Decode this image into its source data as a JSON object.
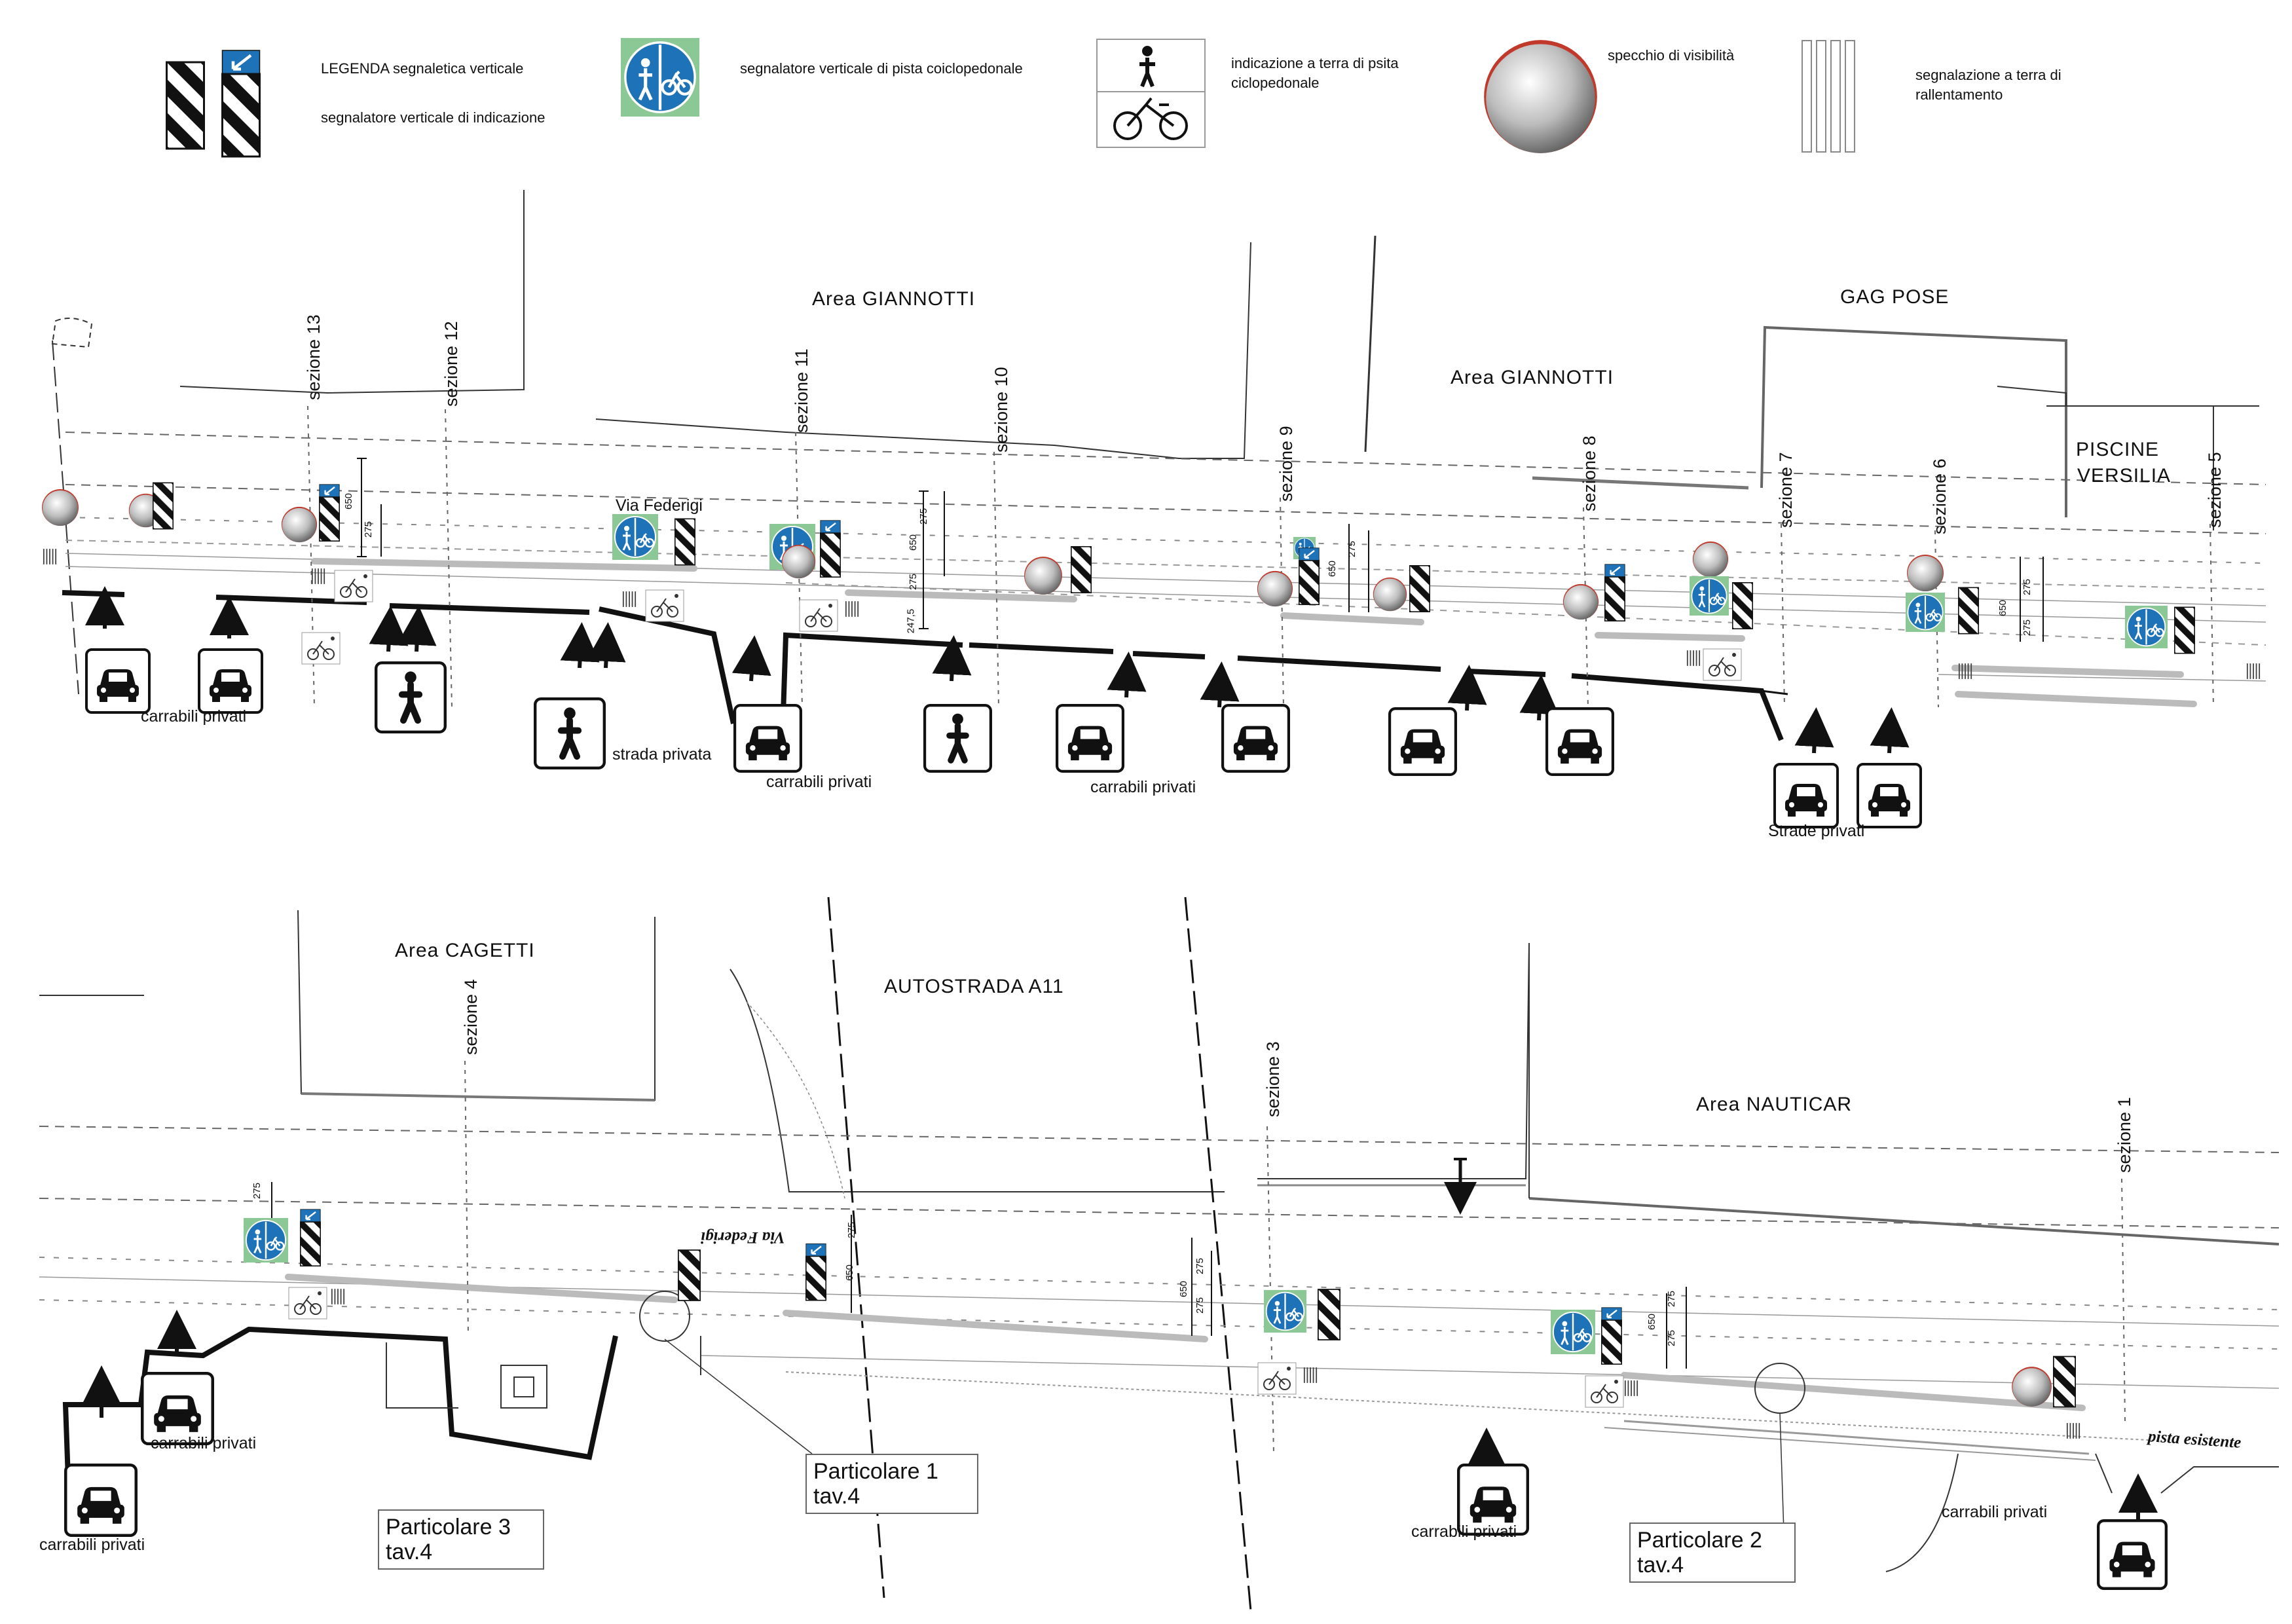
{
  "legend": {
    "title": "LEGENDA segnaletica verticale",
    "indicator": "segnalatore verticale di indicazione",
    "cycle_sign": "segnalatore verticale di pista coiclopedonale",
    "ground_mark": "indicazione a terra di psita ciclopedonale",
    "mirror": "specchio di visibilità",
    "slowdown": "segnalazione a terra di rallentamento"
  },
  "top": {
    "areas": [
      "Area GIANNOTTI",
      "Area GIANNOTTI",
      "GAG POSE",
      "PISCINE",
      "VERSILIA"
    ],
    "street": "Via Federigi",
    "sections": [
      "sezione 13",
      "sezione 12",
      "sezione 11",
      "sezione 10",
      "sezione 9",
      "sezione 8",
      "sezione 7",
      "sezione 6",
      "sezione 5"
    ],
    "labels": [
      "carrabili privati",
      "strada privata",
      "carrabili privati",
      "carrabili privati",
      "Strade privati"
    ],
    "dims": [
      "650",
      "275",
      "275",
      "650",
      "275",
      "247,5",
      "650",
      "275",
      "650",
      "275",
      "275"
    ]
  },
  "bottom": {
    "areas": [
      "Area CAGETTI",
      "AUTOSTRADA A11",
      "Area NAUTICAR"
    ],
    "street": "Via Federigi",
    "sections": [
      "sezione 4",
      "sezione 3",
      "sezione 1"
    ],
    "labels": [
      "carrabili privati",
      "carrabili privati",
      "carrabili privati",
      "carrabili privati"
    ],
    "existing": "pista esistente",
    "details": [
      {
        "name": "Particolare 1",
        "ref": "tav.4"
      },
      {
        "name": "Particolare 3",
        "ref": "tav.4"
      },
      {
        "name": "Particolare 2",
        "ref": "tav.4"
      }
    ],
    "dims": [
      "275",
      "650",
      "275",
      "275",
      "275",
      "650",
      "275",
      "275",
      "650"
    ]
  },
  "colors": {
    "sign_blue": "#1d72b8",
    "sign_green": "#8cc896",
    "mirror_red": "#c0392b",
    "line": "#111111"
  }
}
